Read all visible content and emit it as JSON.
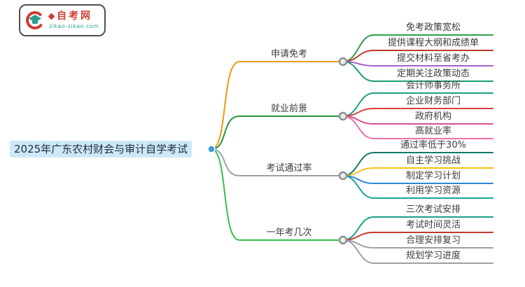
{
  "logo": {
    "title": "自考网",
    "domain": "zikao-zikao.com",
    "brand_red": "#cf3b35",
    "brand_teal": "#2a9d8f"
  },
  "root": {
    "label": "2025年广东农村财会与审计自学考试",
    "color": "#3d9bd9",
    "highlight_bg": "#cde9f7"
  },
  "colors": {
    "node_ring": "#8f8f8f",
    "node_fill": "#ededed"
  },
  "branches": [
    {
      "label": "申请免考",
      "color": "#f0980f",
      "children": [
        {
          "label": "免考政策宽松",
          "color": "#2e9e4f"
        },
        {
          "label": "提供课程大纲和成绩单",
          "color": "#c0392b"
        },
        {
          "label": "提交材料至省考办",
          "color": "#ab5fc9"
        },
        {
          "label": "定期关注政策动态",
          "color": "#199d77"
        }
      ]
    },
    {
      "label": "就业前景",
      "color": "#27903e",
      "children": [
        {
          "label": "会计师事务所",
          "color": "#18a085"
        },
        {
          "label": "企业财务部门",
          "color": "#d94040"
        },
        {
          "label": "政府机构",
          "color": "#d6508f"
        },
        {
          "label": "高就业率",
          "color": "#f06eaa"
        }
      ]
    },
    {
      "label": "考试通过率",
      "color": "#9aa0a6",
      "children": [
        {
          "label": "通过率低于30%",
          "color": "#117a65"
        },
        {
          "label": "自主学习挑战",
          "color": "#f3c218"
        },
        {
          "label": "制定学习计划",
          "color": "#2f86d6"
        },
        {
          "label": "利用学习资源",
          "color": "#1ba39c"
        }
      ]
    },
    {
      "label": "一年考几次",
      "color": "#31c248",
      "children": [
        {
          "label": "三次考试安排",
          "color": "#18a085"
        },
        {
          "label": "考试时间灵活",
          "color": "#c0392b"
        },
        {
          "label": "合理安排复习",
          "color": "#9aa0a6"
        },
        {
          "label": "规划学习进度",
          "color": "#9aa0a6"
        }
      ]
    }
  ]
}
